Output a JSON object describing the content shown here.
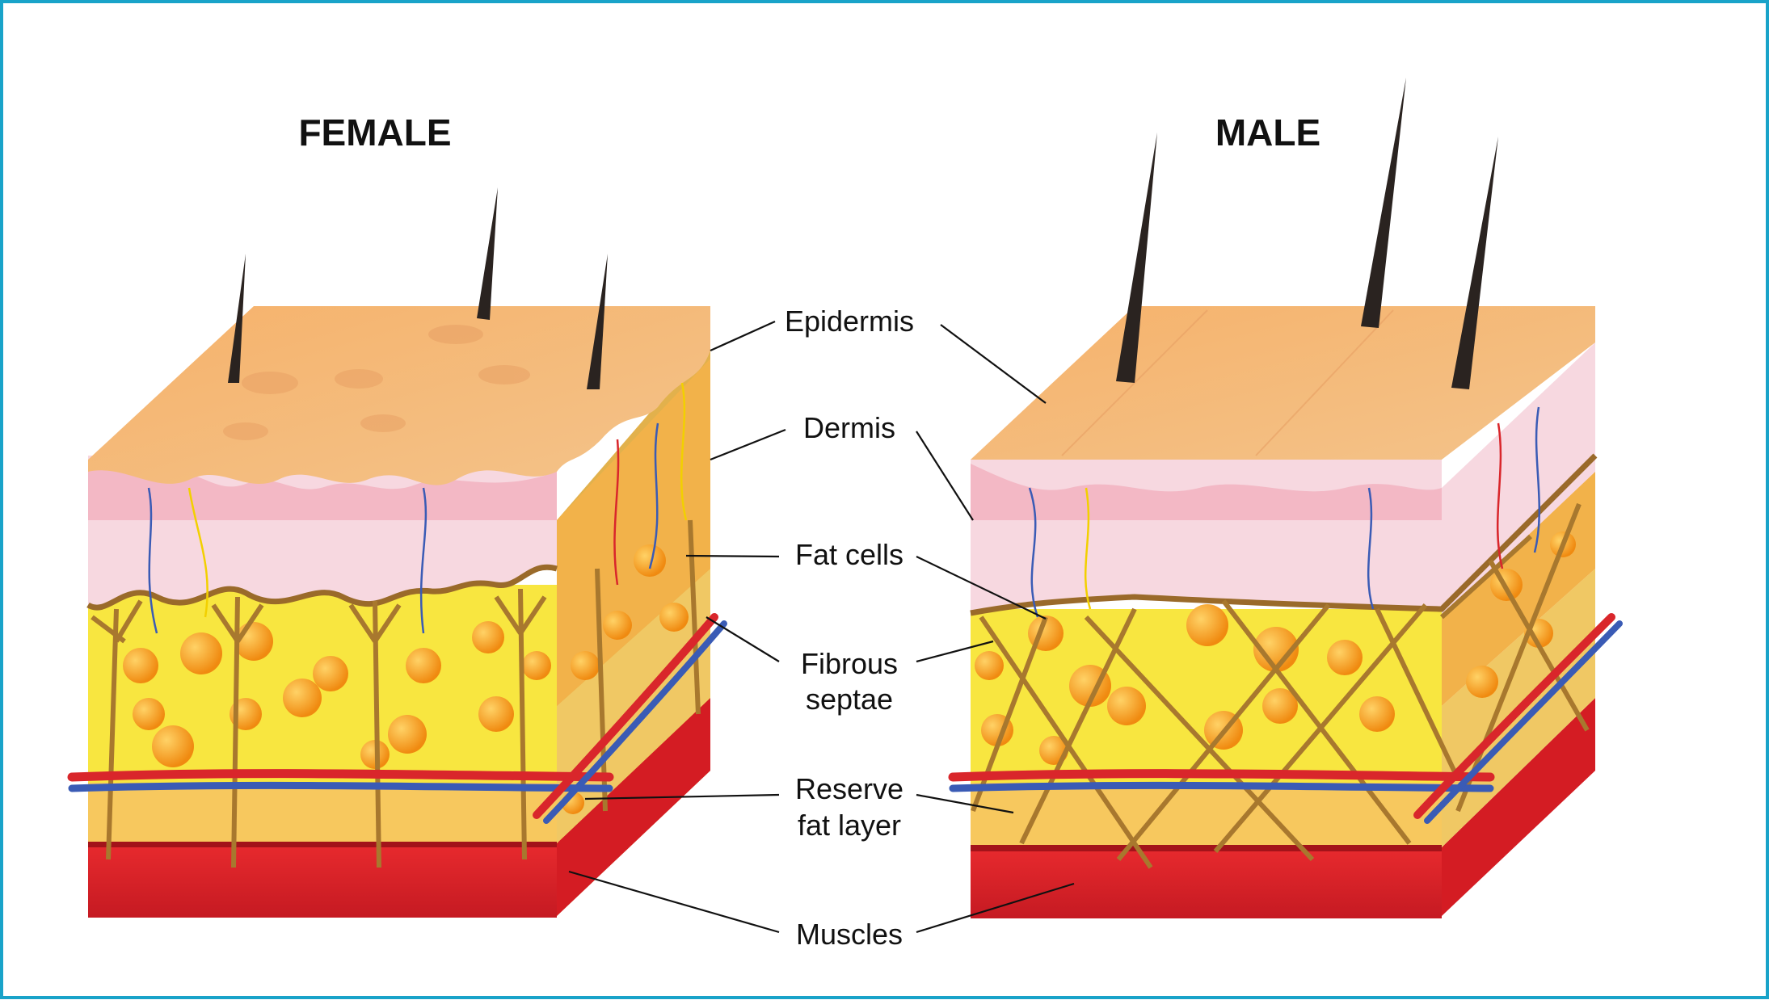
{
  "titles": {
    "female": "FEMALE",
    "male": "MALE"
  },
  "labels": {
    "epidermis": "Epidermis",
    "dermis": "Dermis",
    "fat_cells": "Fat cells",
    "fibrous_septae_1": "Fibrous",
    "fibrous_septae_2": "septae",
    "reserve_fat_1": "Reserve",
    "reserve_fat_2": "fat layer",
    "muscles": "Muscles"
  },
  "colors": {
    "frame": "#19a3c9",
    "epidermis": "#f2b87a",
    "dermis": "#f7d4dc",
    "fat_layer": "#f7e23a",
    "fat_cell": "#f5a21c",
    "reserve_fat": "#f6c25a",
    "muscle": "#e0202a",
    "septae": "#a8782e",
    "artery": "#d9262b",
    "vein": "#3a5bb5",
    "hair": "#2a2320"
  }
}
